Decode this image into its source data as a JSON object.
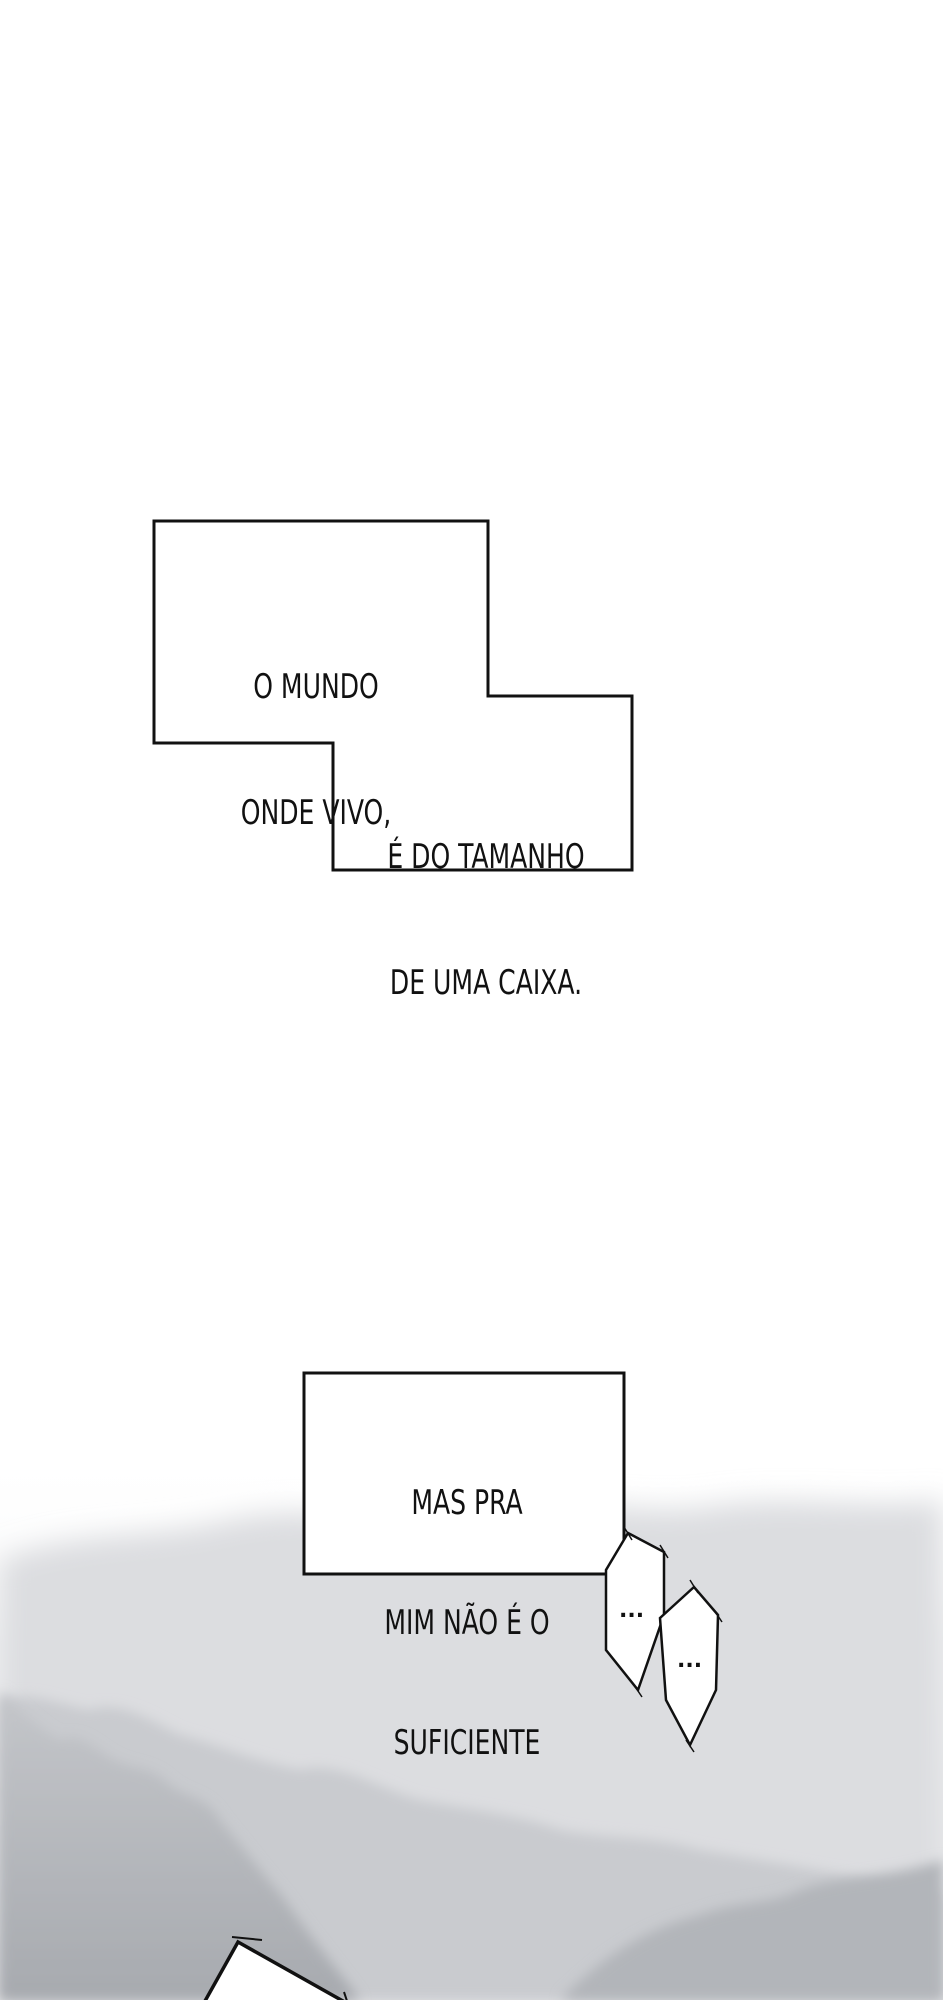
{
  "caption_one": {
    "line_1": "O MUNDO",
    "line_2": "ONDE VIVO,",
    "line_3": "É DO TAMANHO",
    "line_4": "DE UMA CAIXA."
  },
  "caption_two": {
    "line_1": "MAS PRA",
    "line_2": "MIM NÃO É O",
    "line_3": "SUFICIENTE"
  },
  "thought_bubbles": {
    "first": "...",
    "second": "..."
  },
  "colors": {
    "background": "#ffffff",
    "ink": "#111111",
    "fog_light": "#e9eaec",
    "fog_dark": "#9a9da3"
  }
}
